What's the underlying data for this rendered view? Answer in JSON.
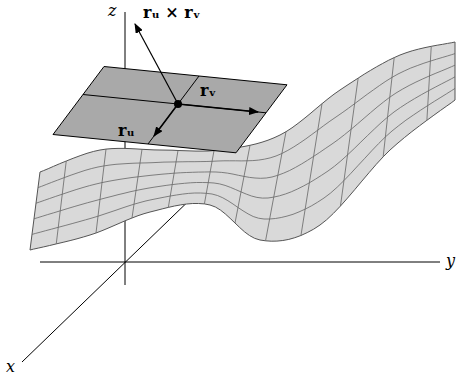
{
  "diagram": {
    "labels": [
      "z",
      "rᵤ × rᵥ",
      "rᵤ",
      "rᵥ",
      "y",
      "x"
    ]
  }
}
